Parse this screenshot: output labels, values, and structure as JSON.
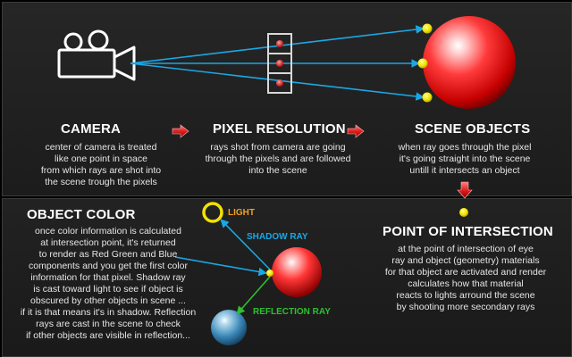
{
  "colors": {
    "ray": "#19a8e6",
    "reflection_ray": "#2fbf2f",
    "light_label": "#f0a020",
    "arrow": "#e03030",
    "hit_point": "#f2e200"
  },
  "icons": [
    "camera-icon",
    "pixel-grid-icon",
    "red-sphere",
    "blue-sphere",
    "light-icon"
  ],
  "sections": {
    "camera": {
      "title": "CAMERA",
      "text": "center of camera is treated\nlike one point in space\nfrom which rays are shot into\nthe scene trough the pixels"
    },
    "pixel_resolution": {
      "title": "PIXEL RESOLUTION",
      "text": "rays shot from camera are going\nthrough the pixels and are followed\ninto the scene"
    },
    "scene_objects": {
      "title": "SCENE OBJECTS",
      "text": "when ray goes through the pixel\nit's going straight into the scene\nuntill it intersects an object"
    },
    "point_of_intersection": {
      "title": "POINT OF INTERSECTION",
      "text": "at the point of intersection of eye\nray and object (geometry) materials\nfor that object are activated and render\ncalculates how that material\nreacts to lights arround the scene\nby shooting more secondary rays"
    },
    "object_color": {
      "title": "OBJECT COLOR",
      "text": "once color information is calculated\nat intersection point, it's returned\nto render as Red Green and Blue\ncomponents and you get the first color\ninformation for that pixel. Shadow ray\nis cast toward light to see if object is\nobscured by other objects in scene ...\nif it is that means it's in shadow. Reflection\nrays are cast in the scene to check\nif other objects are visible in reflection..."
    }
  },
  "labels": {
    "light": "LIGHT",
    "shadow_ray": "SHADOW RAY",
    "reflection_ray": "REFLECTION RAY"
  }
}
